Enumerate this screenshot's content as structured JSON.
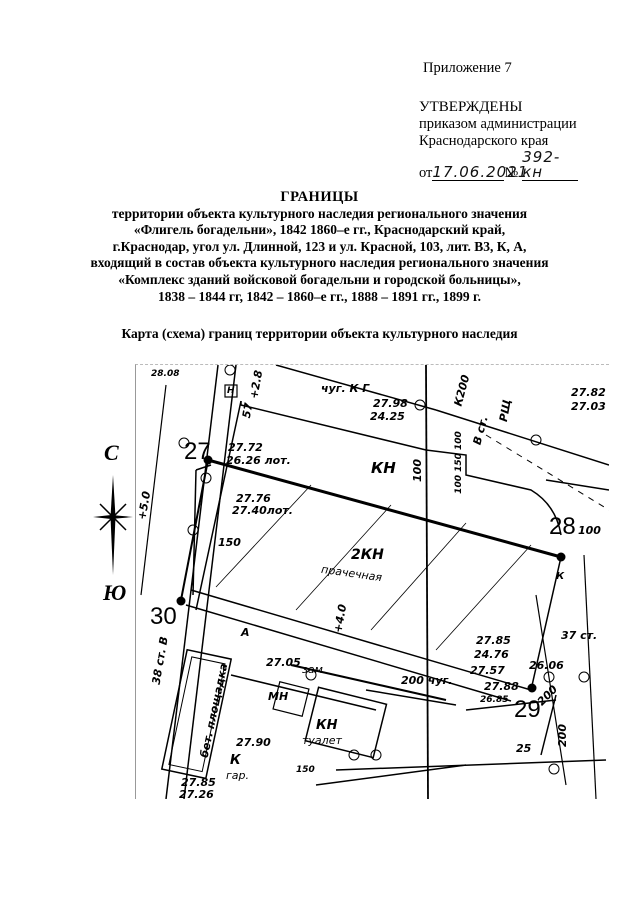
{
  "header": {
    "appendix": "Приложение 7",
    "approved_title": "УТВЕРЖДЕНЫ",
    "approved_line1": "приказом администрации",
    "approved_line2": "Краснодарского края",
    "date_prefix": "от",
    "date_value": "17.06.2021",
    "number_prefix": "№",
    "number_value": "392-кн"
  },
  "title": {
    "main": "ГРАНИЦЫ",
    "lines": [
      "территории объекта культурного наследия регионального значения",
      "«Флигель богадельни», 1842 1860–е гг., Краснодарский край,",
      "г.Краснодар, угол ул. Длинной, 123 и ул. Красной, 103, лит. В3, К, А,",
      "входящий в состав объекта культурного наследия регионального значения",
      "«Комплекс зданий войсковой богадельни и городской больницы»,",
      "1838 – 1844 гг, 1842 – 1860–е гг., 1888 – 1891 гг., 1899 г."
    ]
  },
  "map": {
    "caption": "Карта (схема) границ территории объекта культурного наследия",
    "compass": {
      "north": "С",
      "south": "Ю"
    },
    "boundary_points": [
      {
        "id": "27",
        "label": "27"
      },
      {
        "id": "28",
        "label": "28"
      },
      {
        "id": "29",
        "label": "29"
      },
      {
        "id": "30",
        "label": "30"
      }
    ],
    "labels": {
      "kn_main": "КН",
      "kn2": "2КН",
      "kn2_sub": "прачечная",
      "kn_toilet": "КН",
      "kn_toilet_sub": "туалет",
      "mn": "МН",
      "a": "А",
      "k_gar": "К",
      "gar": "гар.",
      "bet_ploshadka": "бет. площадка",
      "n_box": "Н",
      "elev_2772": "27.72",
      "elev_2626": "26.26 лот.",
      "elev_2776": "27.76",
      "elev_2740": "27.40лот.",
      "elev_2798": "27.98",
      "elev_2425": "24.25",
      "elev_2782": "27.82",
      "elev_2703": "27.03",
      "elev_2785a": "27.85",
      "elev_2476": "24.76",
      "elev_2606": "26.06",
      "elev_2757": "27.57",
      "elev_2788": "27.88",
      "elev_2685": "26.85",
      "elev_2705": "27.05",
      "zam": "зам.",
      "elev_2790": "27.90",
      "elev_2785b": "27.85",
      "elev_2726": "27.26",
      "elev_2808": "28.08",
      "n100": "100",
      "n100_150_100": "100 150 100",
      "n150": "150",
      "n200_chug": "200 чуг.",
      "n25": "25",
      "n37_st": "37 ст.",
      "rsh": "РЩ",
      "k200": "К200",
      "v_st": "В ст.",
      "chug_k_g": "чуг. К Г",
      "plus50": "+5.0",
      "plus40": "+4.0",
      "plus28": "+2.8",
      "n57": "57",
      "n38_st": "38 ст. В",
      "n150b": "150",
      "n200b": "200",
      "n200c": "200",
      "n100b": "100",
      "k_label": "К"
    }
  }
}
